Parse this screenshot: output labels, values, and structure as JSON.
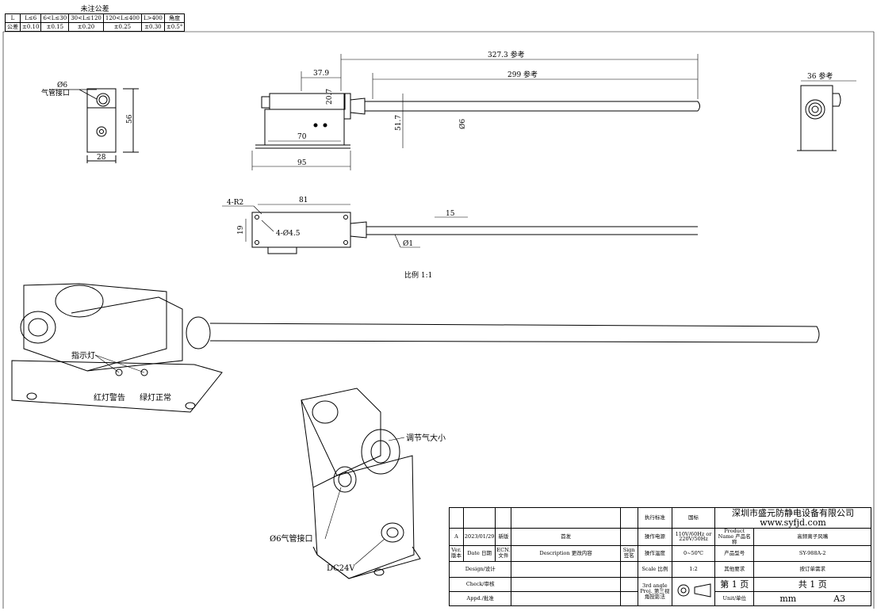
{
  "tolerance_table": {
    "title": "未注公差",
    "header": [
      "L",
      "L≤6",
      "6<L≤30",
      "30<L≤120",
      "120<L≤400",
      "L>400",
      "角度"
    ],
    "row": [
      "公差",
      "±0.10",
      "±0.15",
      "±0.20",
      "±0.25",
      "±0.30",
      "±0.5°"
    ]
  },
  "dimensions": {
    "overall_ref": "327.3 参考",
    "rod_ref": "299 参考",
    "side_ref": "36 参考",
    "body_offset": "37.9",
    "height_small": "20.7",
    "height_total": "51.7",
    "rod_dia": "Ø6",
    "base_len": "70",
    "base_total": "95",
    "left_height": "56",
    "left_width": "28",
    "air_port_dia": "Ø6",
    "air_port_label": "气管接口",
    "top_len": "81",
    "corner_radius": "4-R2",
    "hole_dia": "4-Ø4.5",
    "top_height": "19",
    "hole_pitch": "15",
    "hole_small": "Ø1",
    "scale_note": "比例  1:1"
  },
  "callouts": {
    "indicator": "指示灯",
    "red_light": "红灯警告",
    "green_light": "绿灯正常",
    "adjust": "调节气大小",
    "air_inlet": "Ø6气管接口",
    "power": "DC24V"
  },
  "title_block": {
    "revision": {
      "ver": "A",
      "date": "2023/01/29",
      "ecn": "新版",
      "desc": "首发"
    },
    "rev_headers": {
      "ver": "Ver. 版本",
      "date": "Date 日期",
      "ecn": "ECN. 文件",
      "desc": "Description 更改内容",
      "sign": "Sign 签名"
    },
    "design": "Design/设计",
    "check": "Check/审核",
    "appd": "Appd./批准",
    "std_label": "执行标准",
    "std_value": "国标",
    "power_label": "操作电源",
    "power_value": "110V/60Hz or 220V/50Hz",
    "temp_label": "操作温度",
    "temp_value": "0~50℃",
    "scale_label": "Scale 比例",
    "scale_value": "1:2",
    "proj_label": "3rd angle Proj. 第三视角投影法",
    "company": "深圳市盛元防静电设备有限公司",
    "website": "www.syfjd.com",
    "product_name_label": "Product Name 产品名称",
    "product_name": "高频离子风嘴",
    "model_label": "产品型号",
    "model": "SY-988A-2",
    "other_label": "其他要求",
    "other_value": "按订单需求",
    "page_no": "第 1 页",
    "page_total": "共 1 页",
    "unit_label": "Unit/单位",
    "unit": "mm",
    "sheet": "A3"
  }
}
